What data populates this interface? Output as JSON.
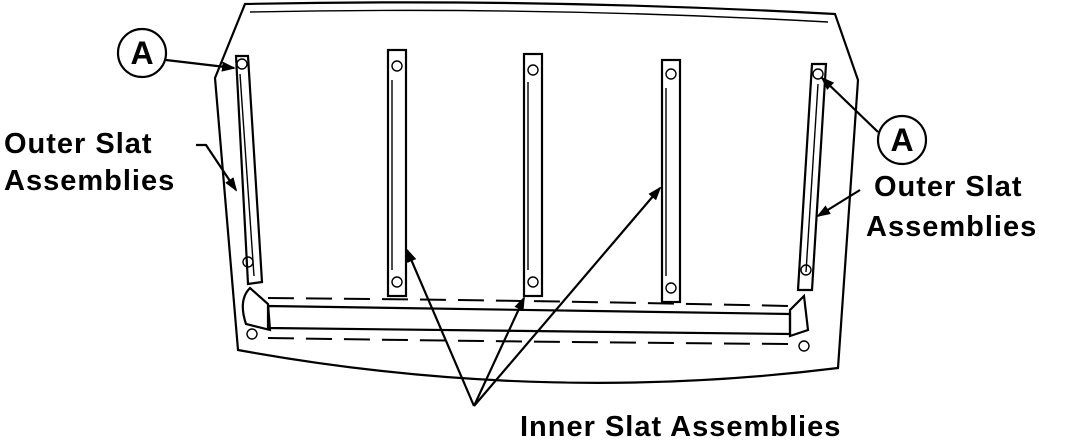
{
  "labels": {
    "outer_left_line1": "Outer Slat",
    "outer_left_line2": "Assemblies",
    "outer_right_line1": "Outer Slat",
    "outer_right_line2": "Assemblies",
    "inner": "Inner Slat Assemblies"
  },
  "callouts": {
    "left": "A",
    "right": "A"
  }
}
